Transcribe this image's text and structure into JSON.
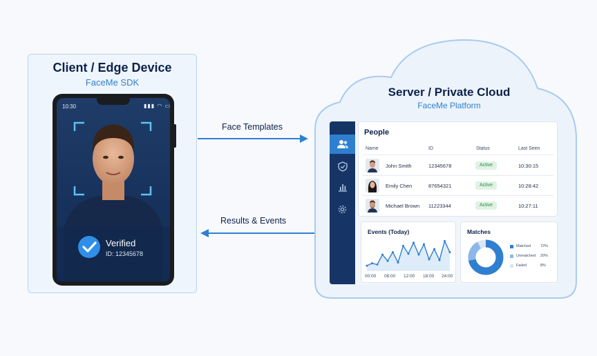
{
  "client": {
    "title": "Client / Edge Device",
    "subtitle": "FaceMe SDK",
    "phone": {
      "time": "10:30",
      "status_icons": "▮▮▮ ◠ ▭",
      "verified_title": "Verified",
      "verified_id": "ID: 12345678"
    }
  },
  "arrows": {
    "to_server": "Face Templates",
    "to_client": "Results & Events"
  },
  "server": {
    "title": "Server / Private Cloud",
    "subtitle": "FaceMe Platform",
    "sidebar": {
      "items": [
        {
          "icon": "people-icon",
          "active": true
        },
        {
          "icon": "shield-icon",
          "active": false
        },
        {
          "icon": "bar-chart-icon",
          "active": false
        },
        {
          "icon": "gear-icon",
          "active": false
        }
      ]
    },
    "people": {
      "title": "People",
      "columns": [
        "Name",
        "ID",
        "Status",
        "Last Seen"
      ],
      "rows": [
        {
          "name": "John Smith",
          "id": "12345678",
          "status": "Active",
          "last_seen": "10:30:15"
        },
        {
          "name": "Emily Chen",
          "id": "87654321",
          "status": "Active",
          "last_seen": "10:28:42"
        },
        {
          "name": "Michael Brown",
          "id": "11223344",
          "status": "Active",
          "last_seen": "10:27:11"
        }
      ]
    },
    "events": {
      "title": "Events (Today)",
      "x_ticks": [
        "00:00",
        "06:00",
        "12:00",
        "18:00",
        "24:00"
      ],
      "values": [
        0.6,
        0.9,
        0.75,
        2.0,
        1.2,
        2.3,
        1.0,
        3.1,
        2.1,
        3.5,
        2.0,
        3.3,
        1.4,
        2.7,
        1.3,
        3.7,
        2.3
      ]
    },
    "matches": {
      "title": "Matches",
      "items": [
        {
          "label": "Matched",
          "value": "72%",
          "pct": 72,
          "color": "#2f7fd0"
        },
        {
          "label": "Unmatched",
          "value": "20%",
          "pct": 20,
          "color": "#8bb8e8"
        },
        {
          "label": "Failed",
          "value": "8%",
          "pct": 8,
          "color": "#d8e6f5"
        }
      ]
    }
  },
  "colors": {
    "accent": "#2f7fd0",
    "navy": "#0e2149",
    "sidebar": "#163566",
    "active_badge": "#dff3e4"
  }
}
